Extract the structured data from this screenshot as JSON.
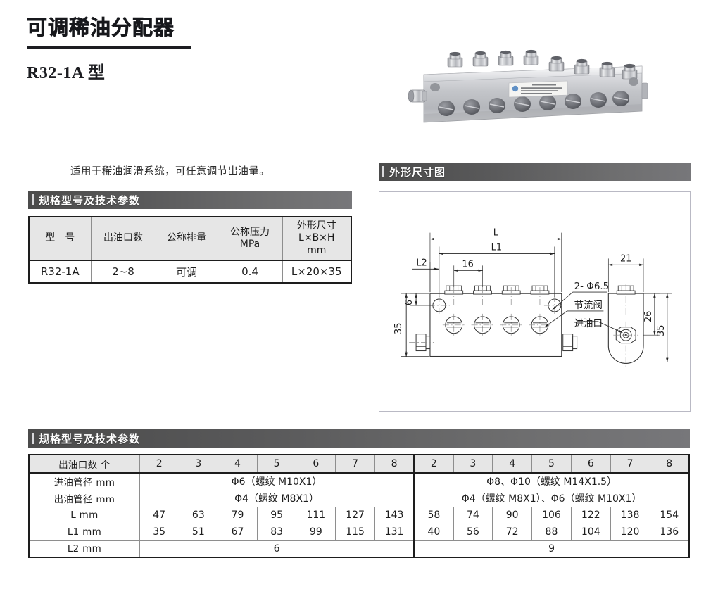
{
  "page": {
    "title": "可调稀油分配器",
    "model": "R32-1A 型",
    "intro": "适用于稀油润滑系统，可任意调节出油量。"
  },
  "sections": {
    "spec_top_header": "规格型号及技术参数",
    "outline_header": "外形尺寸图",
    "spec_bottom_header": "规格型号及技术参数"
  },
  "spec_table_top": {
    "headers": [
      "型　号",
      "出油口数",
      "公称排量",
      "公称压力\nMPa",
      "外形尺寸\nL×B×H\nmm"
    ],
    "header_cells": [
      {
        "line1": "型　号",
        "line2": "",
        "line3": ""
      },
      {
        "line1": "出油口数",
        "line2": "",
        "line3": ""
      },
      {
        "line1": "公称排量",
        "line2": "",
        "line3": ""
      },
      {
        "line1": "公称压力",
        "line2": "MPa",
        "line3": ""
      },
      {
        "line1": "外形尺寸",
        "line2": "L×B×H",
        "line3": "mm"
      }
    ],
    "rows": [
      [
        "R32-1A",
        "2~8",
        "可调",
        "0.4",
        "L×20×35"
      ]
    ]
  },
  "outline_drawing": {
    "dimensions": {
      "L": "L",
      "L1": "L1",
      "L2": "L2",
      "pitch": "16",
      "side_width": "21",
      "offset_top": "6",
      "height_total": "35",
      "height_inner": "26",
      "height_side": "35",
      "hole_note": "2- Φ6.5"
    },
    "callouts": {
      "throttle_valve": "节流阀",
      "oil_inlet": "进油口"
    }
  },
  "spec_table_bottom": {
    "row_labels": [
      "出油口数  个",
      "进油管径 mm",
      "出油管径  mm",
      "L mm",
      "L1 mm",
      "L2 mm"
    ],
    "group_a": {
      "ports": [
        "2",
        "3",
        "4",
        "5",
        "6",
        "7",
        "8"
      ],
      "inlet_pipe": "Φ6（螺纹 M10X1）",
      "outlet_pipe": "Φ4（螺纹 M8X1）",
      "L": [
        "47",
        "63",
        "79",
        "95",
        "111",
        "127",
        "143"
      ],
      "L1": [
        "35",
        "51",
        "67",
        "83",
        "99",
        "115",
        "131"
      ],
      "L2": "6"
    },
    "group_b": {
      "ports": [
        "2",
        "3",
        "4",
        "5",
        "6",
        "7",
        "8"
      ],
      "inlet_pipe": "Φ8、Φ10（螺纹 M14X1.5）",
      "outlet_pipe": "Φ4（螺纹 M8X1）、Φ6（螺纹 M10X1）",
      "L": [
        "58",
        "74",
        "90",
        "106",
        "122",
        "138",
        "154"
      ],
      "L1": [
        "40",
        "56",
        "72",
        "88",
        "104",
        "120",
        "136"
      ],
      "L2": "9"
    }
  },
  "colors": {
    "bar_dark": "#4b4b4b",
    "bar_light": "#77777a",
    "table_header_fill": "#e6e6e6",
    "border_dark": "#1d1d1d",
    "text": "#1a1a1a"
  }
}
